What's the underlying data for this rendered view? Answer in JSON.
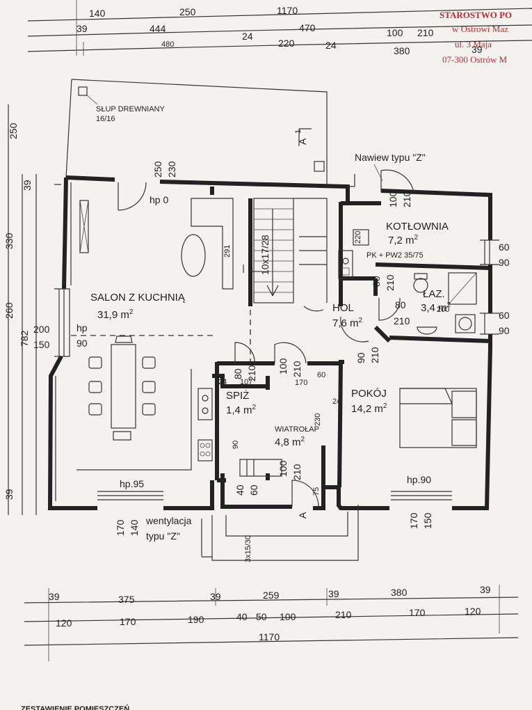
{
  "stamp": {
    "line1": "STAROSTWO PO",
    "line2": "w Ostrowi Maz",
    "line3": "ul. 3 Maja",
    "line4": "07-300 Ostrów M"
  },
  "top_dims": {
    "row1": [
      "140",
      "250",
      "1170"
    ],
    "row2": [
      "39",
      "444",
      "470",
      "100",
      "210"
    ],
    "row3": [
      "480",
      "24",
      "220",
      "24",
      "380",
      "39"
    ]
  },
  "left_dims": [
    "250",
    "39",
    "330",
    "260",
    "782",
    "200",
    "150",
    "39"
  ],
  "rooms": {
    "salon": {
      "name": "SALON Z KUCHNIĄ",
      "area": "31,9 m",
      "sup": "2"
    },
    "kotlownia": {
      "name": "KOTŁOWNIA",
      "area": "7,2 m",
      "sup": "2"
    },
    "laz": {
      "name": "ŁAZ.",
      "area": "3,4 m",
      "sup": "2"
    },
    "hol": {
      "name": "HOL",
      "area": "7,6 m",
      "sup": "2"
    },
    "spiz": {
      "name": "SPIŻ",
      "area": "1,4 m",
      "sup": "2"
    },
    "wiatrolap": {
      "name": "WIATROŁAP",
      "area": "4,8 m",
      "sup": "2"
    },
    "pokoj": {
      "name": "POKÓJ",
      "area": "14,2 m",
      "sup": "2"
    }
  },
  "labels": {
    "slup": "SŁUP DREWNIANY",
    "slup_dim": "16/16",
    "nawiew": "Nawiew typu \"Z\"",
    "pk": "PK + PW2 35/75",
    "stairs": "10x17/28",
    "wentylacja": "wentylacja",
    "wentylacja2": "typu \"Z\"",
    "section_a": "A",
    "section_a1": "1",
    "front_stairs": "3x15/30",
    "footer": "ZESTAWIENIE POMIESZCZEŃ",
    "hp0": "hp 0",
    "hp": "hp",
    "hp95": "hp.95",
    "hp90": "hp.90"
  },
  "inner_dims": {
    "d250": "250",
    "d230": "230",
    "d291": "291",
    "d220": "220",
    "d80a": "80",
    "d210a": "210",
    "d100a": "100",
    "d210b": "210",
    "d60a": "60",
    "d90a": "90",
    "d60b": "60",
    "d90b": "90",
    "d80b": "80",
    "d210c": "210",
    "d200": "200",
    "d90c": "90",
    "d210d": "210",
    "d80c": "80",
    "d210e": "210",
    "d100b": "100",
    "d210f": "210",
    "d24a": "24",
    "d107": "107",
    "d170": "170",
    "d60c": "60",
    "d24b": "24",
    "d230b": "230",
    "d90d": "90",
    "d100c": "100",
    "d210g": "210",
    "d40": "40",
    "d60d": "60",
    "d75": "75",
    "d170b": "170",
    "d140": "140",
    "d170c": "170",
    "d150": "150",
    "hp90l": "90"
  },
  "bottom_dims": {
    "row1": [
      "39",
      "375",
      "39",
      "259",
      "39",
      "380",
      "39"
    ],
    "row2": [
      "120",
      "170",
      "190",
      "40",
      "50",
      "100",
      "210",
      "170",
      "120"
    ],
    "row3": [
      "1170"
    ]
  }
}
